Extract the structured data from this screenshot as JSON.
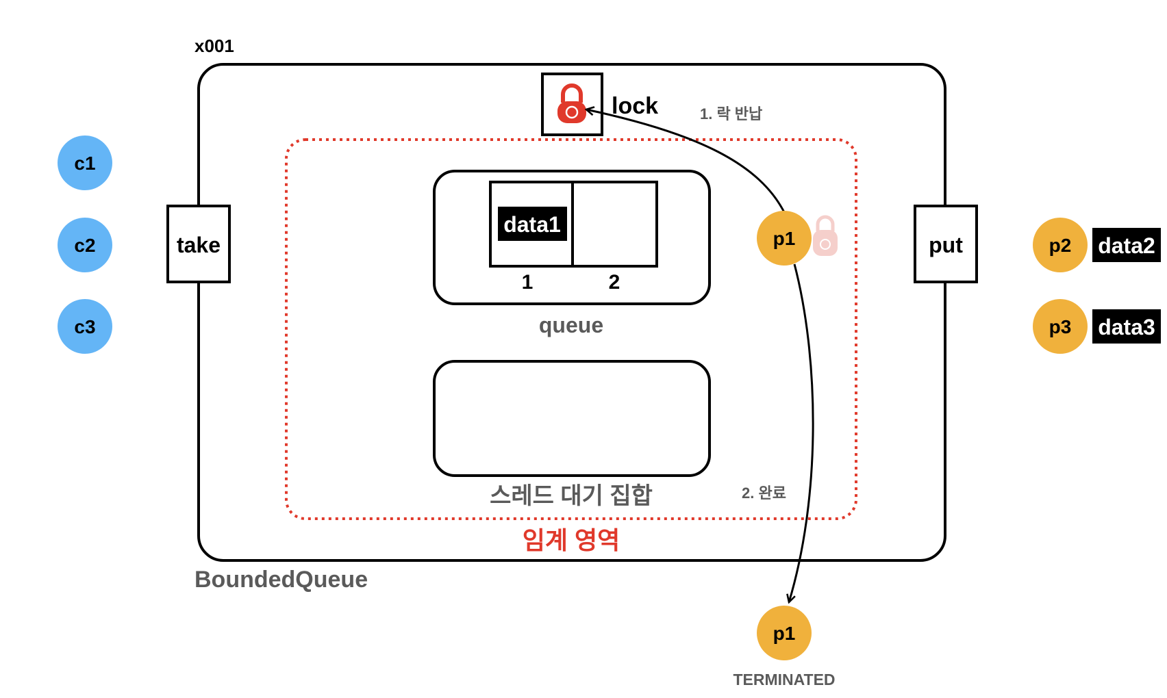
{
  "object_id": "x001",
  "container_label": "BoundedQueue",
  "lock_label": "lock",
  "critical_section_label": "임계 영역",
  "queue": {
    "label": "queue",
    "slots": [
      {
        "index": "1",
        "value": "data1"
      },
      {
        "index": "2",
        "value": ""
      }
    ]
  },
  "wait_set_label": "스레드 대기 집합",
  "methods": {
    "take": "take",
    "put": "put"
  },
  "consumers": [
    "c1",
    "c2",
    "c3"
  ],
  "producers": [
    {
      "name": "p2",
      "data": "data2"
    },
    {
      "name": "p3",
      "data": "data3"
    }
  ],
  "active_thread": "p1",
  "terminated_thread": {
    "name": "p1",
    "state": "TERMINATED"
  },
  "steps": {
    "return_lock": "1. 락 반납",
    "complete": "2. 완료"
  },
  "colors": {
    "consumer": "#64b5f6",
    "producer": "#f0b13c",
    "lock_red": "#e0392b",
    "lock_faded": "#f5cfcb",
    "critical_dotted": "#e0392b",
    "gray_text": "#5a5a5a"
  }
}
